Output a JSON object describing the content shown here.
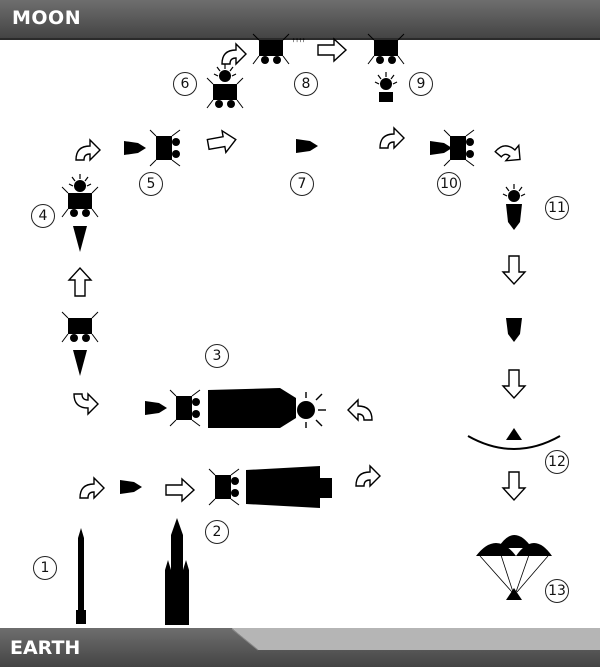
{
  "top_banner": "MOON",
  "bottom_banner": "EARTH",
  "steps": [
    "1",
    "2",
    "3",
    "4",
    "5",
    "6",
    "7",
    "8",
    "9",
    "10",
    "11",
    "12",
    "13"
  ],
  "colors": {
    "banner": "#555555",
    "ink": "#000000",
    "arrow_fill": "#ffffff"
  }
}
